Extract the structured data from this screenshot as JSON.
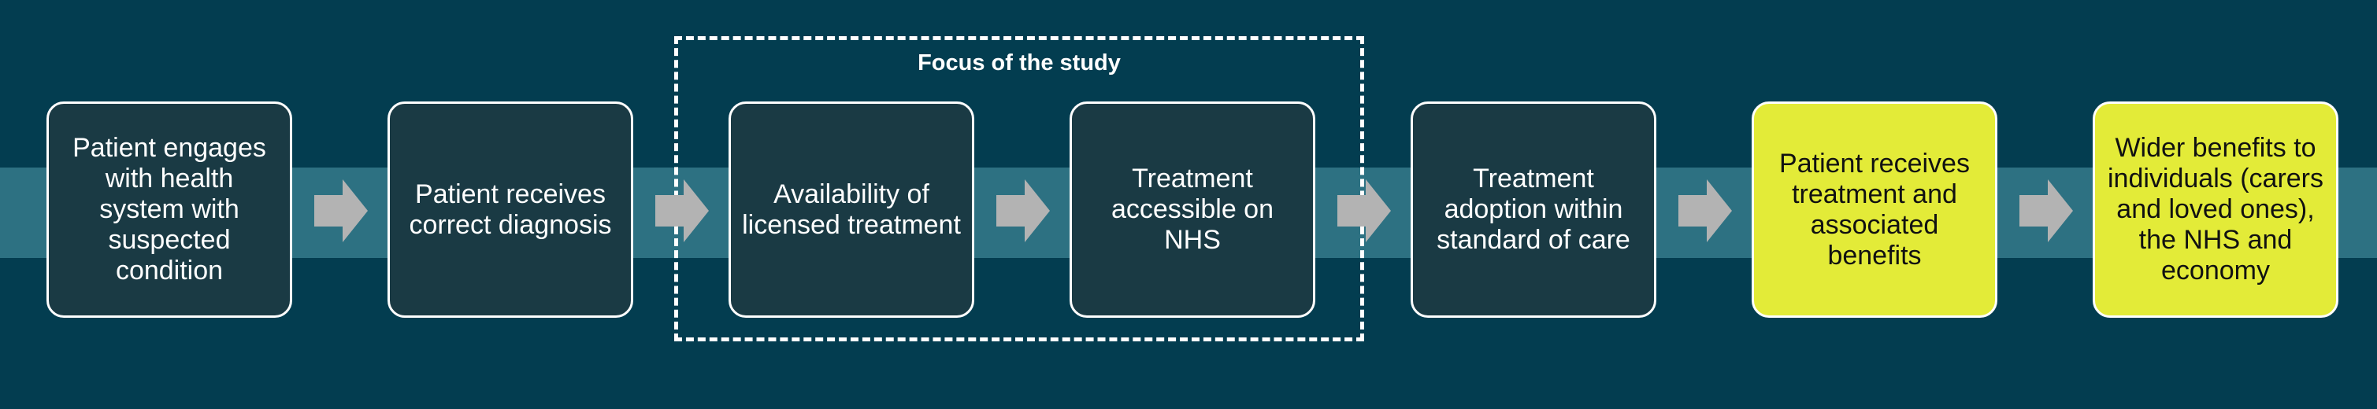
{
  "focus": {
    "label": "Focus of the study"
  },
  "steps": [
    {
      "label": "Patient engages with health system with suspected condition"
    },
    {
      "label": "Patient receives correct diagnosis"
    },
    {
      "label": "Availability of licensed treatment"
    },
    {
      "label": "Treatment accessible on NHS"
    },
    {
      "label": "Treatment adoption within standard of care"
    },
    {
      "label": "Patient receives treatment and associated benefits"
    },
    {
      "label": "Wider benefits to individuals (carers and loved ones), the NHS and economy"
    }
  ],
  "colors": {
    "background": "#033d50",
    "band": "#2d7182",
    "box_fill": "#1a3a44",
    "box_border": "#ffffff",
    "highlight_fill": "#e3eb38",
    "arrow": "#b3b3b3",
    "focus_border": "#ffffff"
  },
  "icons": {
    "arrow": "chevron-right-arrow"
  }
}
